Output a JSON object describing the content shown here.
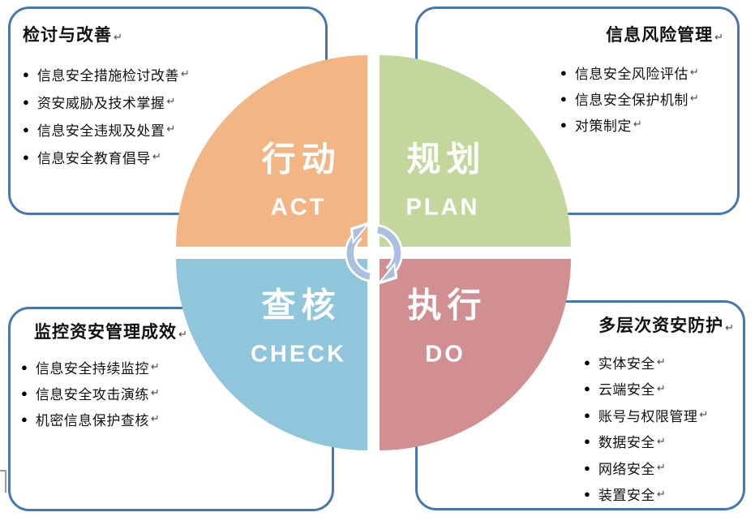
{
  "marks": {
    "bullet": "●",
    "return_mark": "↵"
  },
  "colors": {
    "box_border": "#4677B3",
    "text": "#111111",
    "paragraph_mark": "#4a4a4a",
    "quad_act": "#F4B585",
    "quad_plan": "#C3D79D",
    "quad_check": "#90C6DB",
    "quad_do": "#D18F92",
    "icon_blue": "#ABC0DF"
  },
  "boxes": {
    "top_left": {
      "title": "检讨与改善",
      "items": [
        "信息安全措施检讨改善",
        "资安威胁及技术掌握",
        "信息安全违规及处置",
        "信息安全教育倡导"
      ]
    },
    "top_right": {
      "title": "信息风险管理",
      "items": [
        "信息安全风险评估",
        "信息安全保护机制",
        "对策制定"
      ]
    },
    "bottom_left": {
      "title": "监控资安管理成效",
      "items": [
        "信息安全持续监控",
        "信息安全攻击演练",
        "机密信息保护查核"
      ]
    },
    "bottom_right": {
      "title": "多层次资安防护",
      "items": [
        "实体安全",
        "云端安全",
        "账号与权限管理",
        "数据安全",
        "网络安全",
        "装置安全"
      ]
    }
  },
  "quadrants": {
    "act": {
      "zh": "行动",
      "en": "ACT"
    },
    "plan": {
      "zh": "规划",
      "en": "PLAN"
    },
    "check": {
      "zh": "查核",
      "en": "CHECK"
    },
    "do": {
      "zh": "执行",
      "en": "DO"
    }
  }
}
